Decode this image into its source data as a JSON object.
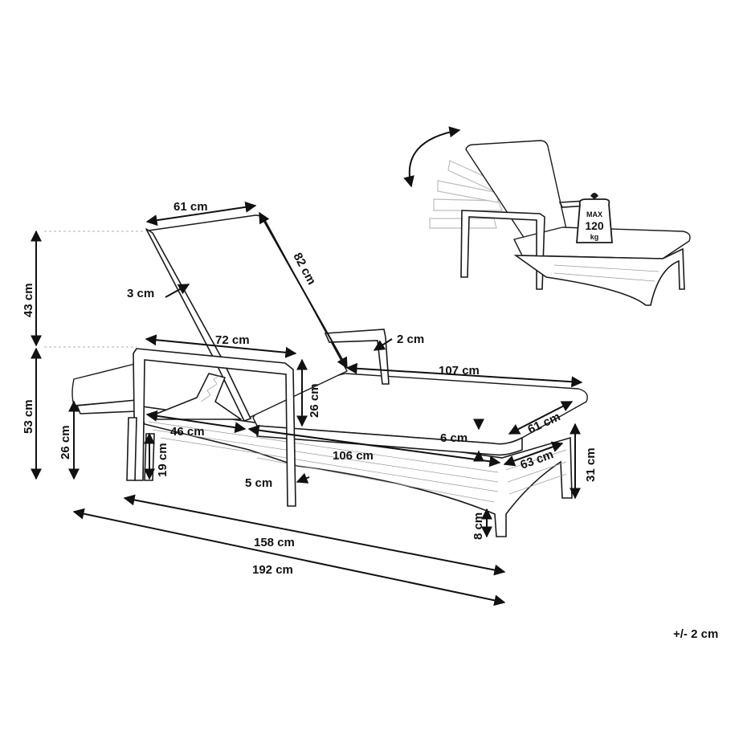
{
  "dimensions": {
    "backrest_width": "61 cm",
    "backrest_length": "82 cm",
    "backrest_thickness": "3 cm",
    "armrest_length": "72 cm",
    "armrest_thickness": "2 cm",
    "backrest_height": "43 cm",
    "total_height": "53 cm",
    "seat_height": "26 cm",
    "armrest_height_above_seat": "26 cm",
    "front_section_length": "46 cm",
    "leg_height": "19 cm",
    "leg_thickness": "5 cm",
    "seat_length": "106 cm",
    "cushion_length": "107 cm",
    "cushion_thickness": "6 cm",
    "cushion_width": "61 cm",
    "frame_width": "63 cm",
    "frame_height": "31 cm",
    "foot_height": "8 cm",
    "length_flat": "158 cm",
    "length_total": "192 cm"
  },
  "tolerance": "+/- 2 cm",
  "max_load": {
    "label_top": "MAX",
    "value": "120",
    "unit": "kg"
  },
  "icons": [
    "rotate-arrow-icon",
    "weight-icon"
  ],
  "colors": {
    "line": "#1a1a1a",
    "ghost": "#bdbdbd",
    "background": "#ffffff"
  }
}
